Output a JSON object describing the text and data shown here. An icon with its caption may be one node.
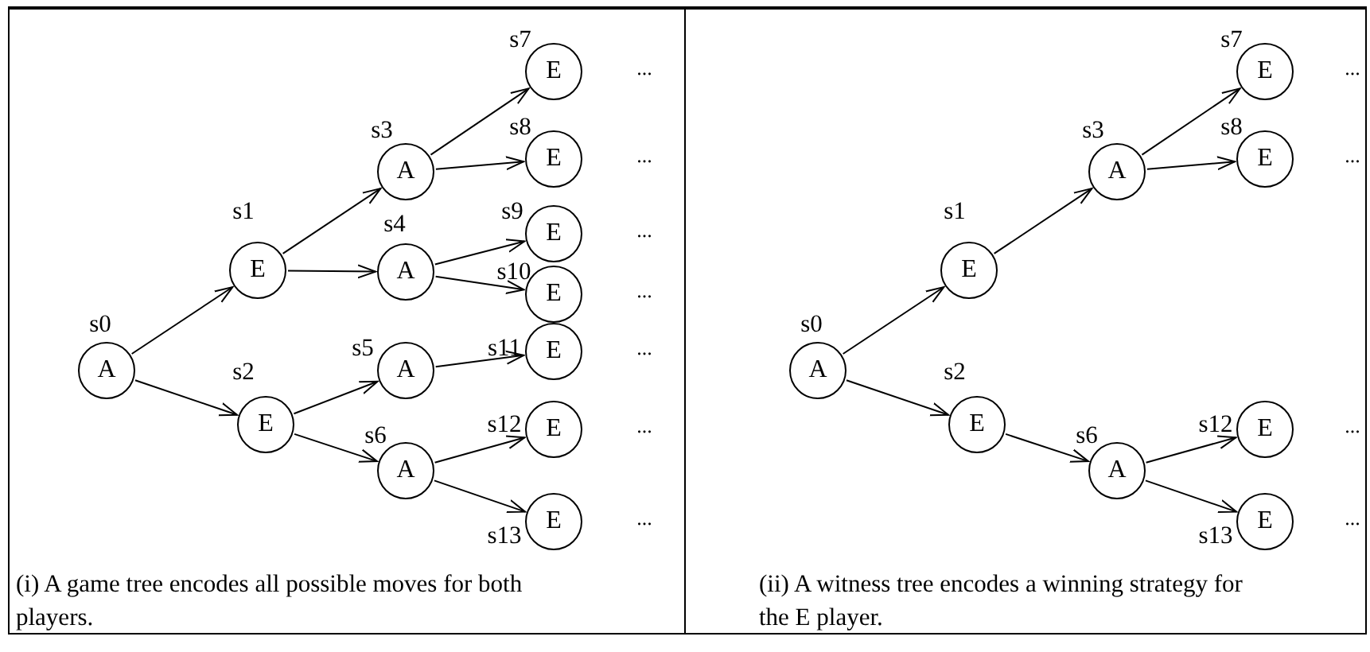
{
  "diagram": {
    "nodes": [
      {
        "text": [],
        "shape": "box"
      },
      {
        "text": [
          "A"
        ],
        "beside": [
          "s0"
        ],
        "in": 0
      },
      {
        "text": [
          "E"
        ],
        "beside": [
          "s1"
        ],
        "in": 0
      },
      {
        "text": [
          "E"
        ],
        "beside": [
          "s2"
        ],
        "in": 0
      },
      {
        "text": [
          "A"
        ],
        "beside": [
          "s3"
        ],
        "in": 0
      },
      {
        "text": [
          "A"
        ],
        "beside": [
          "s4"
        ],
        "in": 0
      },
      {
        "text": [
          "A"
        ],
        "beside": [
          "s5"
        ],
        "in": 0
      },
      {
        "text": [
          "A"
        ],
        "beside": [
          "s6"
        ],
        "in": 0
      },
      {
        "text": [
          "E"
        ],
        "beside": [
          "s7"
        ],
        "in": 0
      },
      {
        "text": [
          "E"
        ],
        "beside": [
          "s8"
        ],
        "in": 0
      },
      {
        "text": [
          "E"
        ],
        "beside": [
          "s9"
        ],
        "in": 0
      },
      {
        "text": [
          "E"
        ],
        "beside": [
          "s10"
        ],
        "in": 0
      },
      {
        "text": [
          "E"
        ],
        "beside": [
          "s11"
        ],
        "in": 0
      },
      {
        "text": [
          "E"
        ],
        "beside": [
          "s12"
        ],
        "in": 0
      },
      {
        "text": [
          "E"
        ],
        "beside": [
          "s13"
        ],
        "in": 0
      },
      {
        "text": [],
        "shape": "box"
      },
      {
        "text": [
          "A"
        ],
        "beside": [
          "s0"
        ],
        "in": 15
      },
      {
        "text": [
          "E"
        ],
        "beside": [
          "s1"
        ],
        "in": 15
      },
      {
        "text": [
          "E"
        ],
        "beside": [
          "s2"
        ],
        "in": 15
      },
      {
        "text": [
          "A"
        ],
        "beside": [
          "s3"
        ],
        "in": 15
      },
      {
        "text": [
          "A"
        ],
        "beside": [
          "s6"
        ],
        "in": 15
      },
      {
        "text": [
          "E"
        ],
        "beside": [
          "s7"
        ],
        "in": 15
      },
      {
        "text": [
          "E"
        ],
        "beside": [
          "s8"
        ],
        "in": 15
      },
      {
        "text": [
          "E"
        ],
        "beside": [
          "s12"
        ],
        "in": 15
      },
      {
        "text": [
          "E"
        ],
        "beside": [
          "s13"
        ],
        "in": 15
      }
    ],
    "edges": [
      {
        "from": 1,
        "to": 2,
        "arrow": "to"
      },
      {
        "from": 1,
        "to": 3,
        "arrow": "to"
      },
      {
        "from": 2,
        "to": 4,
        "arrow": "to"
      },
      {
        "from": 2,
        "to": 5,
        "arrow": "to"
      },
      {
        "from": 3,
        "to": 6,
        "arrow": "to"
      },
      {
        "from": 3,
        "to": 7,
        "arrow": "to"
      },
      {
        "from": 4,
        "to": 8,
        "arrow": "to"
      },
      {
        "from": 4,
        "to": 9,
        "arrow": "to"
      },
      {
        "from": 5,
        "to": 10,
        "arrow": "to"
      },
      {
        "from": 5,
        "to": 11,
        "arrow": "to"
      },
      {
        "from": 6,
        "to": 12,
        "arrow": "to"
      },
      {
        "from": 7,
        "to": 13,
        "arrow": "to"
      },
      {
        "from": 7,
        "to": 14,
        "arrow": "to"
      },
      {
        "from": 16,
        "to": 17,
        "arrow": "to"
      },
      {
        "from": 16,
        "to": 18,
        "arrow": "to"
      },
      {
        "from": 17,
        "to": 19,
        "arrow": "to"
      },
      {
        "from": 18,
        "to": 20,
        "arrow": "to"
      },
      {
        "from": 19,
        "to": 21,
        "arrow": "to"
      },
      {
        "from": 19,
        "to": 22,
        "arrow": "to"
      },
      {
        "from": 20,
        "to": 23,
        "arrow": "to"
      },
      {
        "from": 20,
        "to": 24,
        "arrow": "to"
      }
    ],
    "labels": [
      "...",
      "...",
      "...",
      "...",
      "...",
      "...",
      "...",
      "...",
      "...",
      "...",
      "...",
      "(i) A game tree encodes all possible moves for both players.",
      "(ii) A witness tree encodes a winning strategy for the E player."
    ]
  }
}
